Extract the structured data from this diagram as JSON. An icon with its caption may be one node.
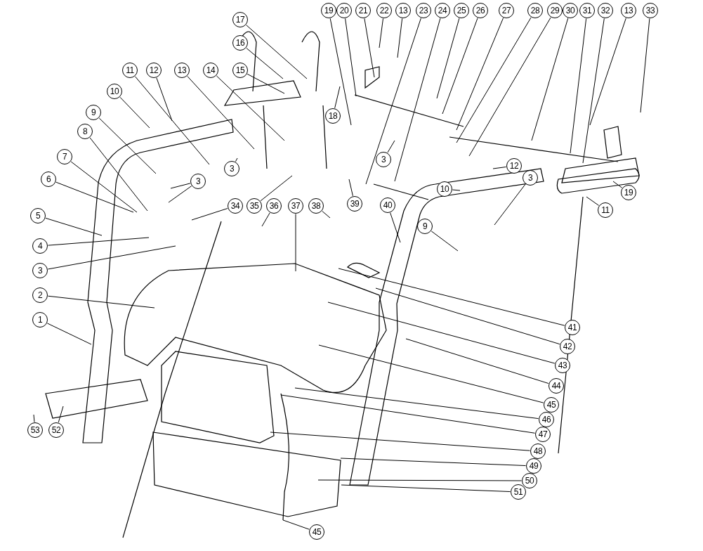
{
  "diagram": {
    "nodes": [
      {
        "text": [
          "17"
        ]
      },
      {
        "text": [
          "16"
        ]
      },
      {
        "text": [
          "19"
        ]
      },
      {
        "text": [
          "20"
        ]
      },
      {
        "text": [
          "21"
        ]
      },
      {
        "text": [
          "22"
        ]
      },
      {
        "text": [
          "13"
        ]
      },
      {
        "text": [
          "23"
        ]
      },
      {
        "text": [
          "24"
        ]
      },
      {
        "text": [
          "25"
        ]
      },
      {
        "text": [
          "26"
        ]
      },
      {
        "text": [
          "27"
        ]
      },
      {
        "text": [
          "28"
        ]
      },
      {
        "text": [
          "29"
        ]
      },
      {
        "text": [
          "30"
        ]
      },
      {
        "text": [
          "31"
        ]
      },
      {
        "text": [
          "32"
        ]
      },
      {
        "text": [
          "13"
        ]
      },
      {
        "text": [
          "33"
        ]
      },
      {
        "text": [
          "15"
        ]
      },
      {
        "text": [
          "14"
        ]
      },
      {
        "text": [
          "13"
        ]
      },
      {
        "text": [
          "12"
        ]
      },
      {
        "text": [
          "11"
        ]
      },
      {
        "text": [
          "10"
        ]
      },
      {
        "text": [
          "9"
        ]
      },
      {
        "text": [
          "8"
        ]
      },
      {
        "text": [
          "18"
        ]
      },
      {
        "text": [
          "7"
        ]
      },
      {
        "text": [
          "3"
        ]
      },
      {
        "text": [
          "3"
        ]
      },
      {
        "text": [
          "12"
        ]
      },
      {
        "text": [
          "3"
        ]
      },
      {
        "text": [
          "6"
        ]
      },
      {
        "text": [
          "3"
        ]
      },
      {
        "text": [
          "10"
        ]
      },
      {
        "text": [
          "19"
        ]
      },
      {
        "text": [
          "39"
        ]
      },
      {
        "text": [
          "34"
        ]
      },
      {
        "text": [
          "35"
        ]
      },
      {
        "text": [
          "36"
        ]
      },
      {
        "text": [
          "37"
        ]
      },
      {
        "text": [
          "38"
        ]
      },
      {
        "text": [
          "40"
        ]
      },
      {
        "text": [
          "11"
        ]
      },
      {
        "text": [
          "5"
        ]
      },
      {
        "text": [
          "9"
        ]
      },
      {
        "text": [
          "4"
        ]
      },
      {
        "text": [
          "3"
        ]
      },
      {
        "text": [
          "2"
        ]
      },
      {
        "text": [
          "1"
        ]
      },
      {
        "text": [
          "41"
        ]
      },
      {
        "text": [
          "42"
        ]
      },
      {
        "text": [
          "43"
        ]
      },
      {
        "text": [
          "44"
        ]
      },
      {
        "text": [
          "45"
        ]
      },
      {
        "text": [
          "46"
        ]
      },
      {
        "text": [
          "47"
        ]
      },
      {
        "text": [
          "48"
        ]
      },
      {
        "text": [
          "49"
        ]
      },
      {
        "text": [
          "50"
        ]
      },
      {
        "text": [
          "51"
        ]
      },
      {
        "text": [
          "53"
        ]
      },
      {
        "text": [
          "52"
        ]
      },
      {
        "text": [
          "45"
        ]
      }
    ],
    "edges": [
      {
        "from": 0,
        "to": null,
        "arrow": "none"
      },
      {
        "from": 1,
        "to": null,
        "arrow": "none"
      },
      {
        "from": 2,
        "to": null,
        "arrow": "none"
      },
      {
        "from": 3,
        "to": null,
        "arrow": "none"
      },
      {
        "from": 4,
        "to": null,
        "arrow": "none"
      },
      {
        "from": 5,
        "to": null,
        "arrow": "none"
      },
      {
        "from": 6,
        "to": null,
        "arrow": "none"
      },
      {
        "from": 7,
        "to": null,
        "arrow": "none"
      },
      {
        "from": 8,
        "to": null,
        "arrow": "none"
      },
      {
        "from": 9,
        "to": null,
        "arrow": "none"
      },
      {
        "from": 10,
        "to": null,
        "arrow": "none"
      },
      {
        "from": 11,
        "to": null,
        "arrow": "none"
      },
      {
        "from": 12,
        "to": null,
        "arrow": "none"
      },
      {
        "from": 13,
        "to": null,
        "arrow": "none"
      },
      {
        "from": 14,
        "to": null,
        "arrow": "none"
      },
      {
        "from": 15,
        "to": null,
        "arrow": "none"
      },
      {
        "from": 16,
        "to": null,
        "arrow": "none"
      },
      {
        "from": 17,
        "to": null,
        "arrow": "none"
      },
      {
        "from": 18,
        "to": null,
        "arrow": "none"
      },
      {
        "from": 19,
        "to": null,
        "arrow": "none"
      },
      {
        "from": 20,
        "to": null,
        "arrow": "none"
      },
      {
        "from": 21,
        "to": null,
        "arrow": "none"
      },
      {
        "from": 22,
        "to": null,
        "arrow": "none"
      },
      {
        "from": 23,
        "to": null,
        "arrow": "none"
      },
      {
        "from": 24,
        "to": null,
        "arrow": "none"
      },
      {
        "from": 25,
        "to": null,
        "arrow": "none"
      },
      {
        "from": 26,
        "to": null,
        "arrow": "none"
      },
      {
        "from": 27,
        "to": null,
        "arrow": "none"
      },
      {
        "from": 28,
        "to": null,
        "arrow": "none"
      },
      {
        "from": 29,
        "to": null,
        "arrow": "none"
      },
      {
        "from": 30,
        "to": null,
        "arrow": "none"
      },
      {
        "from": 31,
        "to": null,
        "arrow": "none"
      },
      {
        "from": 32,
        "to": null,
        "arrow": "none"
      },
      {
        "from": 33,
        "to": null,
        "arrow": "none"
      },
      {
        "from": 34,
        "to": null,
        "arrow": "none"
      },
      {
        "from": 34,
        "to": null,
        "arrow": "none"
      },
      {
        "from": 35,
        "to": null,
        "arrow": "none"
      },
      {
        "from": 36,
        "to": null,
        "arrow": "none"
      },
      {
        "from": 37,
        "to": null,
        "arrow": "none"
      },
      {
        "from": 38,
        "to": null,
        "arrow": "none"
      },
      {
        "from": 39,
        "to": null,
        "arrow": "none"
      },
      {
        "from": 40,
        "to": null,
        "arrow": "none"
      },
      {
        "from": 41,
        "to": null,
        "arrow": "none"
      },
      {
        "from": 42,
        "to": null,
        "arrow": "none"
      },
      {
        "from": 43,
        "to": null,
        "arrow": "none"
      },
      {
        "from": 44,
        "to": null,
        "arrow": "none"
      },
      {
        "from": 45,
        "to": null,
        "arrow": "none"
      },
      {
        "from": 46,
        "to": null,
        "arrow": "none"
      },
      {
        "from": 47,
        "to": null,
        "arrow": "none"
      },
      {
        "from": 48,
        "to": null,
        "arrow": "none"
      },
      {
        "from": 49,
        "to": null,
        "arrow": "none"
      },
      {
        "from": 50,
        "to": null,
        "arrow": "none"
      },
      {
        "from": 51,
        "to": null,
        "arrow": "none"
      },
      {
        "from": 52,
        "to": null,
        "arrow": "none"
      },
      {
        "from": 53,
        "to": null,
        "arrow": "none"
      },
      {
        "from": 54,
        "to": null,
        "arrow": "none"
      },
      {
        "from": 55,
        "to": null,
        "arrow": "none"
      },
      {
        "from": 56,
        "to": null,
        "arrow": "none"
      },
      {
        "from": 57,
        "to": null,
        "arrow": "none"
      },
      {
        "from": 58,
        "to": null,
        "arrow": "none"
      },
      {
        "from": 59,
        "to": null,
        "arrow": "none"
      },
      {
        "from": 60,
        "to": null,
        "arrow": "none"
      },
      {
        "from": 61,
        "to": null,
        "arrow": "none"
      },
      {
        "from": 62,
        "to": null,
        "arrow": "none"
      },
      {
        "from": 63,
        "to": null,
        "arrow": "none"
      },
      {
        "from": 64,
        "to": null,
        "arrow": "none"
      }
    ]
  }
}
